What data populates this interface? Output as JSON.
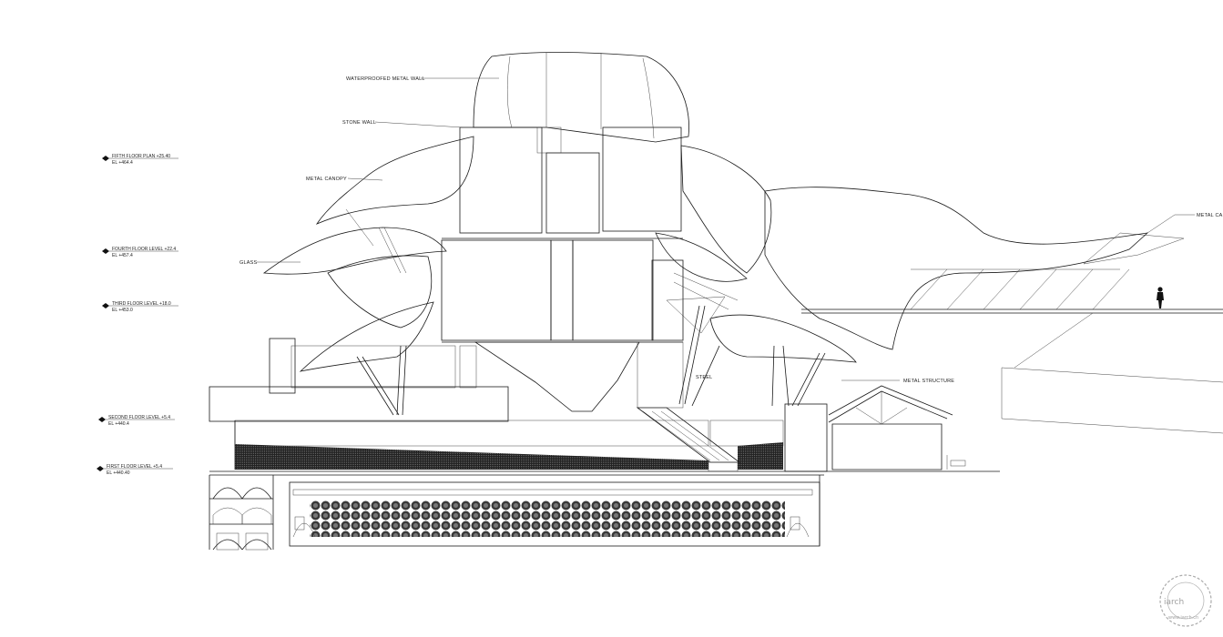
{
  "levels": [
    {
      "name": "FIFTH FLOOR PLAN +25.40",
      "el": "EL +464.4"
    },
    {
      "name": "FOURTH FLOOR LEVEL +22.4",
      "el": "EL +457.4"
    },
    {
      "name": "THIRD FLOOR LEVEL +18.0",
      "el": "EL +453.0"
    },
    {
      "name": "SECOND FLOOR LEVEL +5.4",
      "el": "EL +440.4"
    },
    {
      "name": "FIRST FLOOR LEVEL +5.4",
      "el": "EL +440.40"
    }
  ],
  "callouts": {
    "waterproofed_metal_wall": "WATERPROOFED METAL WALL",
    "stone_wall": "STONE WALL",
    "metal_canopy": "METAL CANOPY",
    "glass": "GLASS",
    "metal_structure": "METAL STRUCTURE",
    "metal_canopy_right": "METAL CA",
    "steel": "STEEL"
  },
  "watermark": {
    "brand": "iarch",
    "url": "www.iarch.cn"
  }
}
